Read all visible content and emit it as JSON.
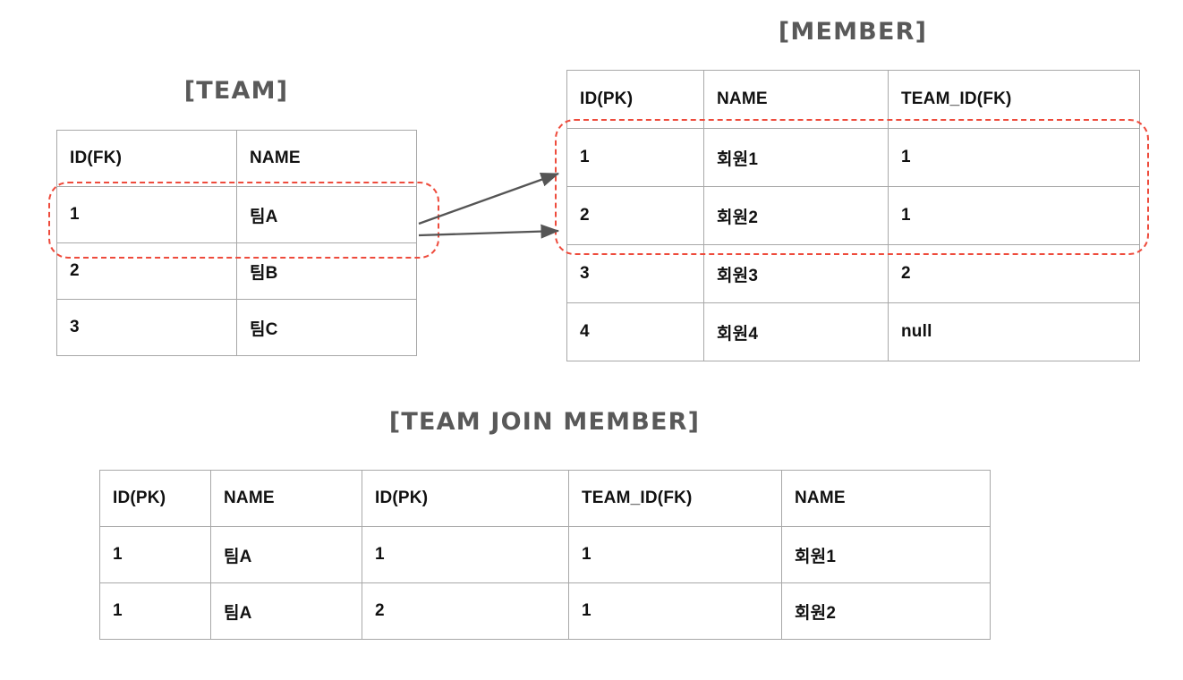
{
  "diagram": {
    "title_team": "[TEAM]",
    "title_member": "[MEMBER]",
    "title_join": "[TEAM JOIN MEMBER]",
    "accent_highlight_color": "#ee4b3c",
    "arrow_color": "#555555",
    "table_border_color": "#a8a8a8",
    "title_color": "#595959"
  },
  "team_table": {
    "headers": [
      "ID(FK)",
      "NAME"
    ],
    "rows": [
      [
        "1",
        "팀A"
      ],
      [
        "2",
        "팀B"
      ],
      [
        "3",
        "팀C"
      ]
    ]
  },
  "member_table": {
    "headers": [
      "ID(PK)",
      "NAME",
      "TEAM_ID(FK)"
    ],
    "rows": [
      [
        "1",
        "회원1",
        "1"
      ],
      [
        "2",
        "회원2",
        "1"
      ],
      [
        "3",
        "회원3",
        "2"
      ],
      [
        "4",
        "회원4",
        "null"
      ]
    ]
  },
  "join_table": {
    "headers": [
      "ID(PK)",
      "NAME",
      "ID(PK)",
      "TEAM_ID(FK)",
      "NAME"
    ],
    "rows": [
      [
        "1",
        "팀A",
        "1",
        "1",
        "회원1"
      ],
      [
        "1",
        "팀A",
        "2",
        "1",
        "회원2"
      ]
    ]
  },
  "relations": [
    {
      "name": "team1-to-member1",
      "from": "TEAM row 1",
      "to": "MEMBER row 1"
    },
    {
      "name": "team1-to-member2",
      "from": "TEAM row 1",
      "to": "MEMBER row 2"
    }
  ]
}
